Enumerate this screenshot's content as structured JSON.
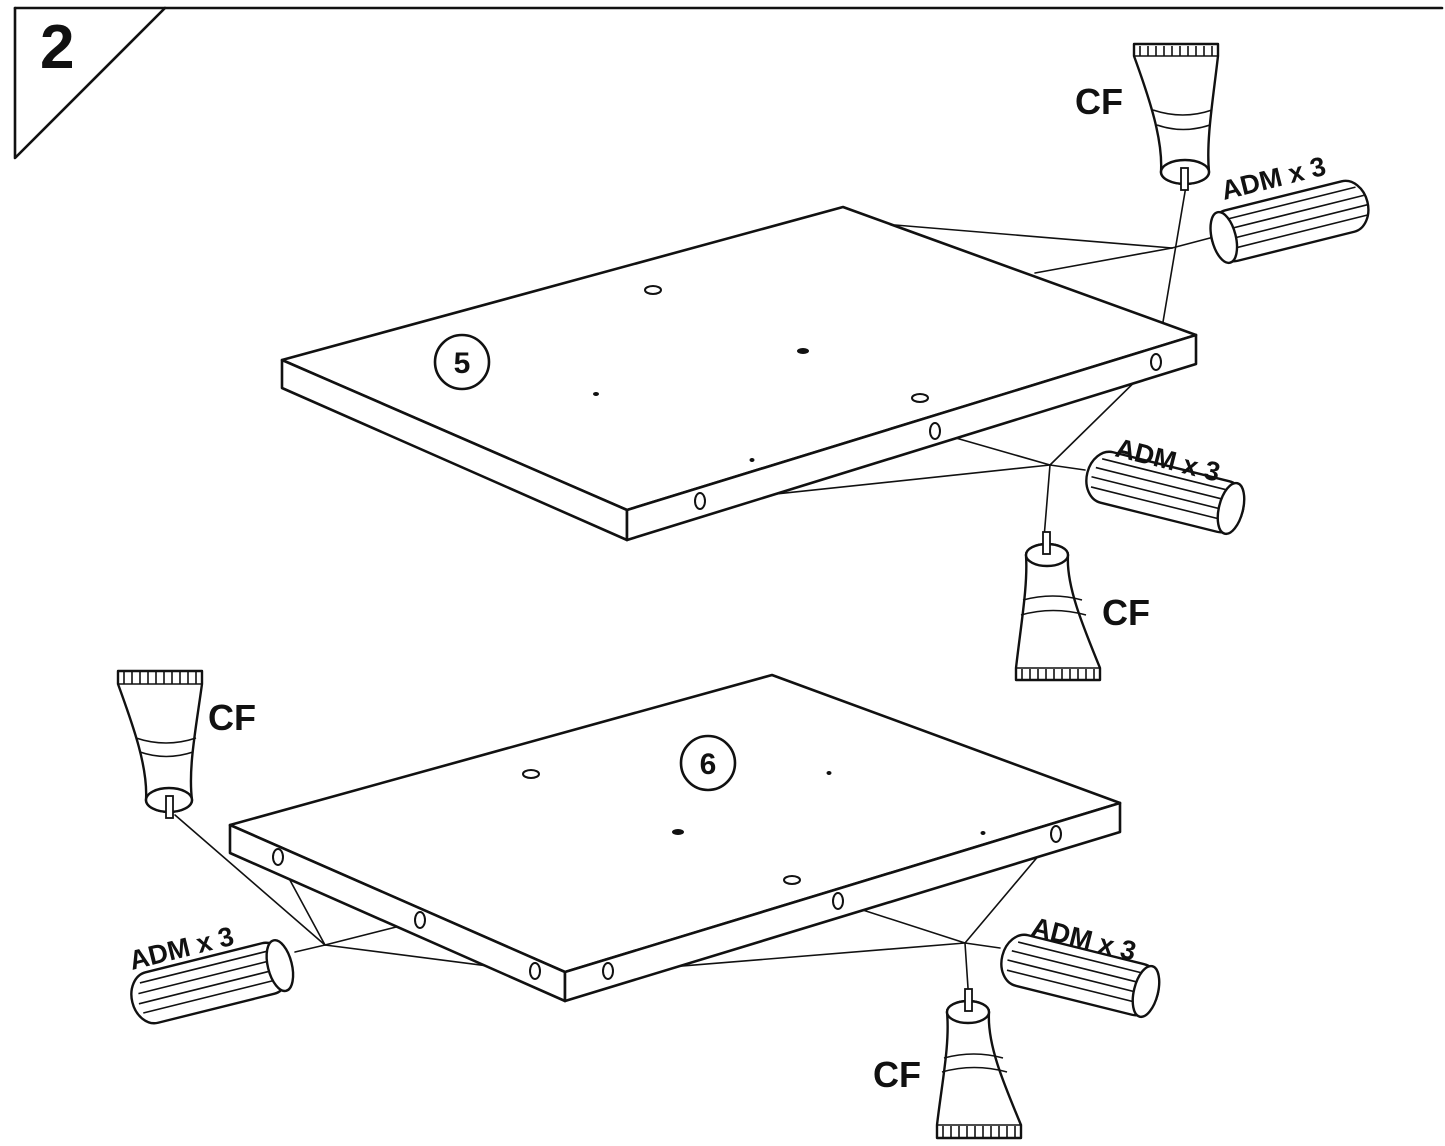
{
  "step": {
    "number": "2"
  },
  "panels": [
    {
      "id": "panel-5",
      "label": "5"
    },
    {
      "id": "panel-6",
      "label": "6"
    }
  ],
  "hardware": {
    "glue_label": "CF",
    "dowel_label": "ADM x 3"
  },
  "callouts": {
    "glue_top_right": "CF",
    "glue_mid_right": "CF",
    "glue_top_left": "CF",
    "glue_bottom_center": "CF",
    "dowel_top_right": "ADM x 3",
    "dowel_mid_right": "ADM x 3",
    "dowel_bottom_left": "ADM x 3",
    "dowel_bottom_right": "ADM x 3"
  }
}
